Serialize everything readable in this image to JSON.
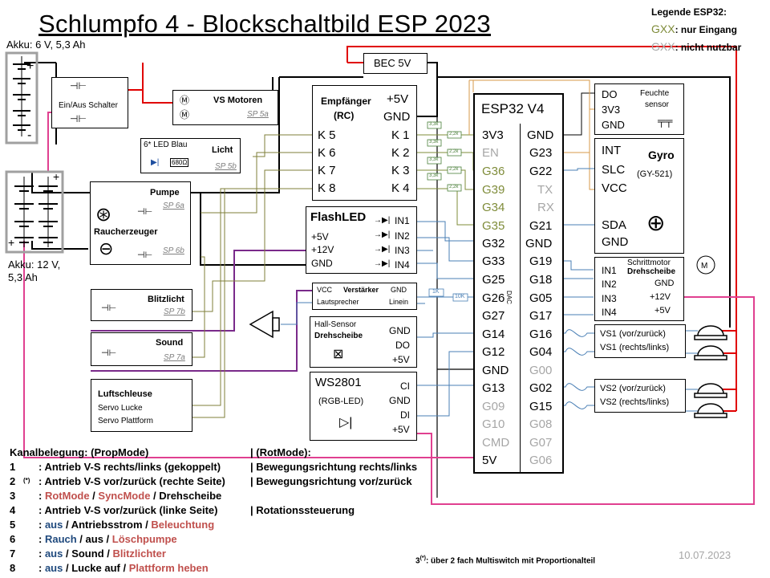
{
  "title": "Schlumpfo 4 -  Blockschaltbild ESP 2023",
  "legend": {
    "heading": "Legende ESP32:",
    "input_only_sym": "GXX",
    "input_only_text": ": nur Eingang",
    "unusable_sym": "GXX",
    "unusable_text": ": nicht nutzbar",
    "green": "#7f8c3a",
    "grey": "#a6a6a6"
  },
  "batteries": {
    "akku6": "Akku: 6 V, 5,3 Ah",
    "akku12_line1": "Akku: 12 V,",
    "akku12_line2": "5,3 Ah",
    "plus": "+",
    "minus": "-"
  },
  "switch_label": "Ein/Aus Schalter",
  "bec": "BEC 5V",
  "vs_motoren": {
    "label": "VS Motoren",
    "sp": "SP 5a"
  },
  "licht": {
    "led": "6* LED Blau",
    "label": "Licht",
    "resistor": "680Ω",
    "sp": "SP 5b"
  },
  "pumpe": {
    "label": "Pumpe",
    "sp": "SP 6a"
  },
  "raucher": {
    "label": "Raucherzeuger",
    "sp": "SP 6b"
  },
  "blitz": {
    "label": "Blitzlicht",
    "sp": "SP 7b"
  },
  "sound": {
    "label": "Sound",
    "sp": "SP 7a"
  },
  "luft": {
    "label": "Luftschleuse",
    "servo1": "Servo Lucke",
    "servo2": "Servo Plattform"
  },
  "receiver": {
    "title1": "Empfänger",
    "title2": "(RC)",
    "left_pins": [
      "K 5",
      "K 6",
      "K 7",
      "K 8"
    ],
    "right_pins": [
      "+5V",
      "GND",
      "K 1",
      "K 2",
      "K 3",
      "K 4"
    ]
  },
  "resistors": [
    "3,3k",
    "2,2k",
    "3,3k",
    "2,2k",
    "3,3k",
    "2,2k",
    "3,3k",
    "2,2k",
    "1K",
    "10K"
  ],
  "flash": {
    "title": "FlashLED",
    "left": [
      "+5V",
      "+12V",
      "GND"
    ],
    "right": [
      "IN1",
      "IN2",
      "IN3",
      "IN4"
    ]
  },
  "amp": {
    "vcc": "VCC",
    "title": "Verstärker",
    "gnd": "GND",
    "speaker": "Lautsprecher",
    "linein": "Linein"
  },
  "hall": {
    "title1": "Hall-Sensor",
    "title2": "Drehscheibe",
    "pins": [
      "GND",
      "DO",
      "+5V"
    ]
  },
  "ws": {
    "title1": "WS2801",
    "title2": "(RGB-LED)",
    "pins": [
      "CI",
      "GND",
      "DI",
      "+5V"
    ]
  },
  "esp": {
    "title": "ESP32  V4",
    "dac": "DAC",
    "left": [
      "3V3",
      "EN",
      "G36",
      "G39",
      "G34",
      "G35",
      "G32",
      "G33",
      "G25",
      "G26",
      "G27",
      "G14",
      "G12",
      "GND",
      "G13",
      "G09",
      "G10",
      "CMD",
      "5V"
    ],
    "right": [
      "GND",
      "G23",
      "G22",
      "TX",
      "RX",
      "G21",
      "GND",
      "G19",
      "G18",
      "G05",
      "G17",
      "G16",
      "G04",
      "G00",
      "G02",
      "G15",
      "G08",
      "G07",
      "G06"
    ]
  },
  "feuchte": {
    "pins": [
      "DO",
      "3V3",
      "GND"
    ],
    "title1": "Feuchte",
    "title2": "sensor"
  },
  "gyro": {
    "pins": [
      "INT",
      "SLC",
      "VCC",
      "SDA",
      "GND"
    ],
    "title": "Gyro",
    "model": "(GY-521)"
  },
  "stepper": {
    "pins": [
      "IN1",
      "IN2",
      "IN3",
      "IN4"
    ],
    "title1": "Schrittmotor",
    "title2": "Drehscheibe",
    "right": [
      "GND",
      "+12V",
      "+5V"
    ]
  },
  "vs1": [
    "VS1 (vor/zurück)",
    "VS1 (rechts/links)"
  ],
  "vs2": [
    "VS2 (vor/zurück)",
    "VS2 (rechts/links)"
  ],
  "channels": {
    "header_a": "Kanalbelegung: (PropMode)",
    "header_b": "| (RotMode):",
    "note_star": "(*)",
    "rows": [
      {
        "n": "1",
        "parts": [
          {
            "t": ": Antrieb V-S rechts/links (gekoppelt)",
            "c": ""
          }
        ],
        "rot": "| Bewegungsrichtung rechts/links"
      },
      {
        "n": "2",
        "parts": [
          {
            "t": ": Antrieb V-S vor/zurück (rechte Seite)",
            "c": ""
          }
        ],
        "rot": "| Bewegungsrichtung vor/zurück"
      },
      {
        "n": "3",
        "parts": [
          {
            "t": ": ",
            "c": ""
          },
          {
            "t": "RotMode",
            "c": "red"
          },
          {
            "t": " / ",
            "c": ""
          },
          {
            "t": "SyncMode",
            "c": "red"
          },
          {
            "t": " / Drehscheibe",
            "c": ""
          }
        ],
        "rot": ""
      },
      {
        "n": "4",
        "parts": [
          {
            "t": ": Antrieb V-S vor/zurück (linke Seite)",
            "c": ""
          }
        ],
        "rot": "| Rotationssteuerung"
      },
      {
        "n": "5",
        "parts": [
          {
            "t": ": ",
            "c": ""
          },
          {
            "t": "aus",
            "c": "blue"
          },
          {
            "t": " / Antriebsstrom / ",
            "c": ""
          },
          {
            "t": "Beleuchtung",
            "c": "red"
          }
        ],
        "rot": ""
      },
      {
        "n": "6",
        "parts": [
          {
            "t": ": ",
            "c": ""
          },
          {
            "t": "Rauch",
            "c": "blue"
          },
          {
            "t": " / aus / ",
            "c": ""
          },
          {
            "t": "Löschpumpe",
            "c": "red"
          }
        ],
        "rot": ""
      },
      {
        "n": "7",
        "parts": [
          {
            "t": ": ",
            "c": ""
          },
          {
            "t": "aus",
            "c": "blue"
          },
          {
            "t": " / Sound / ",
            "c": ""
          },
          {
            "t": "Blitzlichter",
            "c": "red"
          }
        ],
        "rot": ""
      },
      {
        "n": "8",
        "parts": [
          {
            "t": ": ",
            "c": ""
          },
          {
            "t": "aus",
            "c": "blue"
          },
          {
            "t": " / Lucke auf / ",
            "c": ""
          },
          {
            "t": "Plattform heben",
            "c": "red"
          }
        ],
        "rot": ""
      }
    ]
  },
  "footnote": {
    "num": "3",
    "sup": "(*)",
    "text": ": über 2 fach Multiswitch mit Proportionalteil"
  },
  "date": "10.07.2023"
}
